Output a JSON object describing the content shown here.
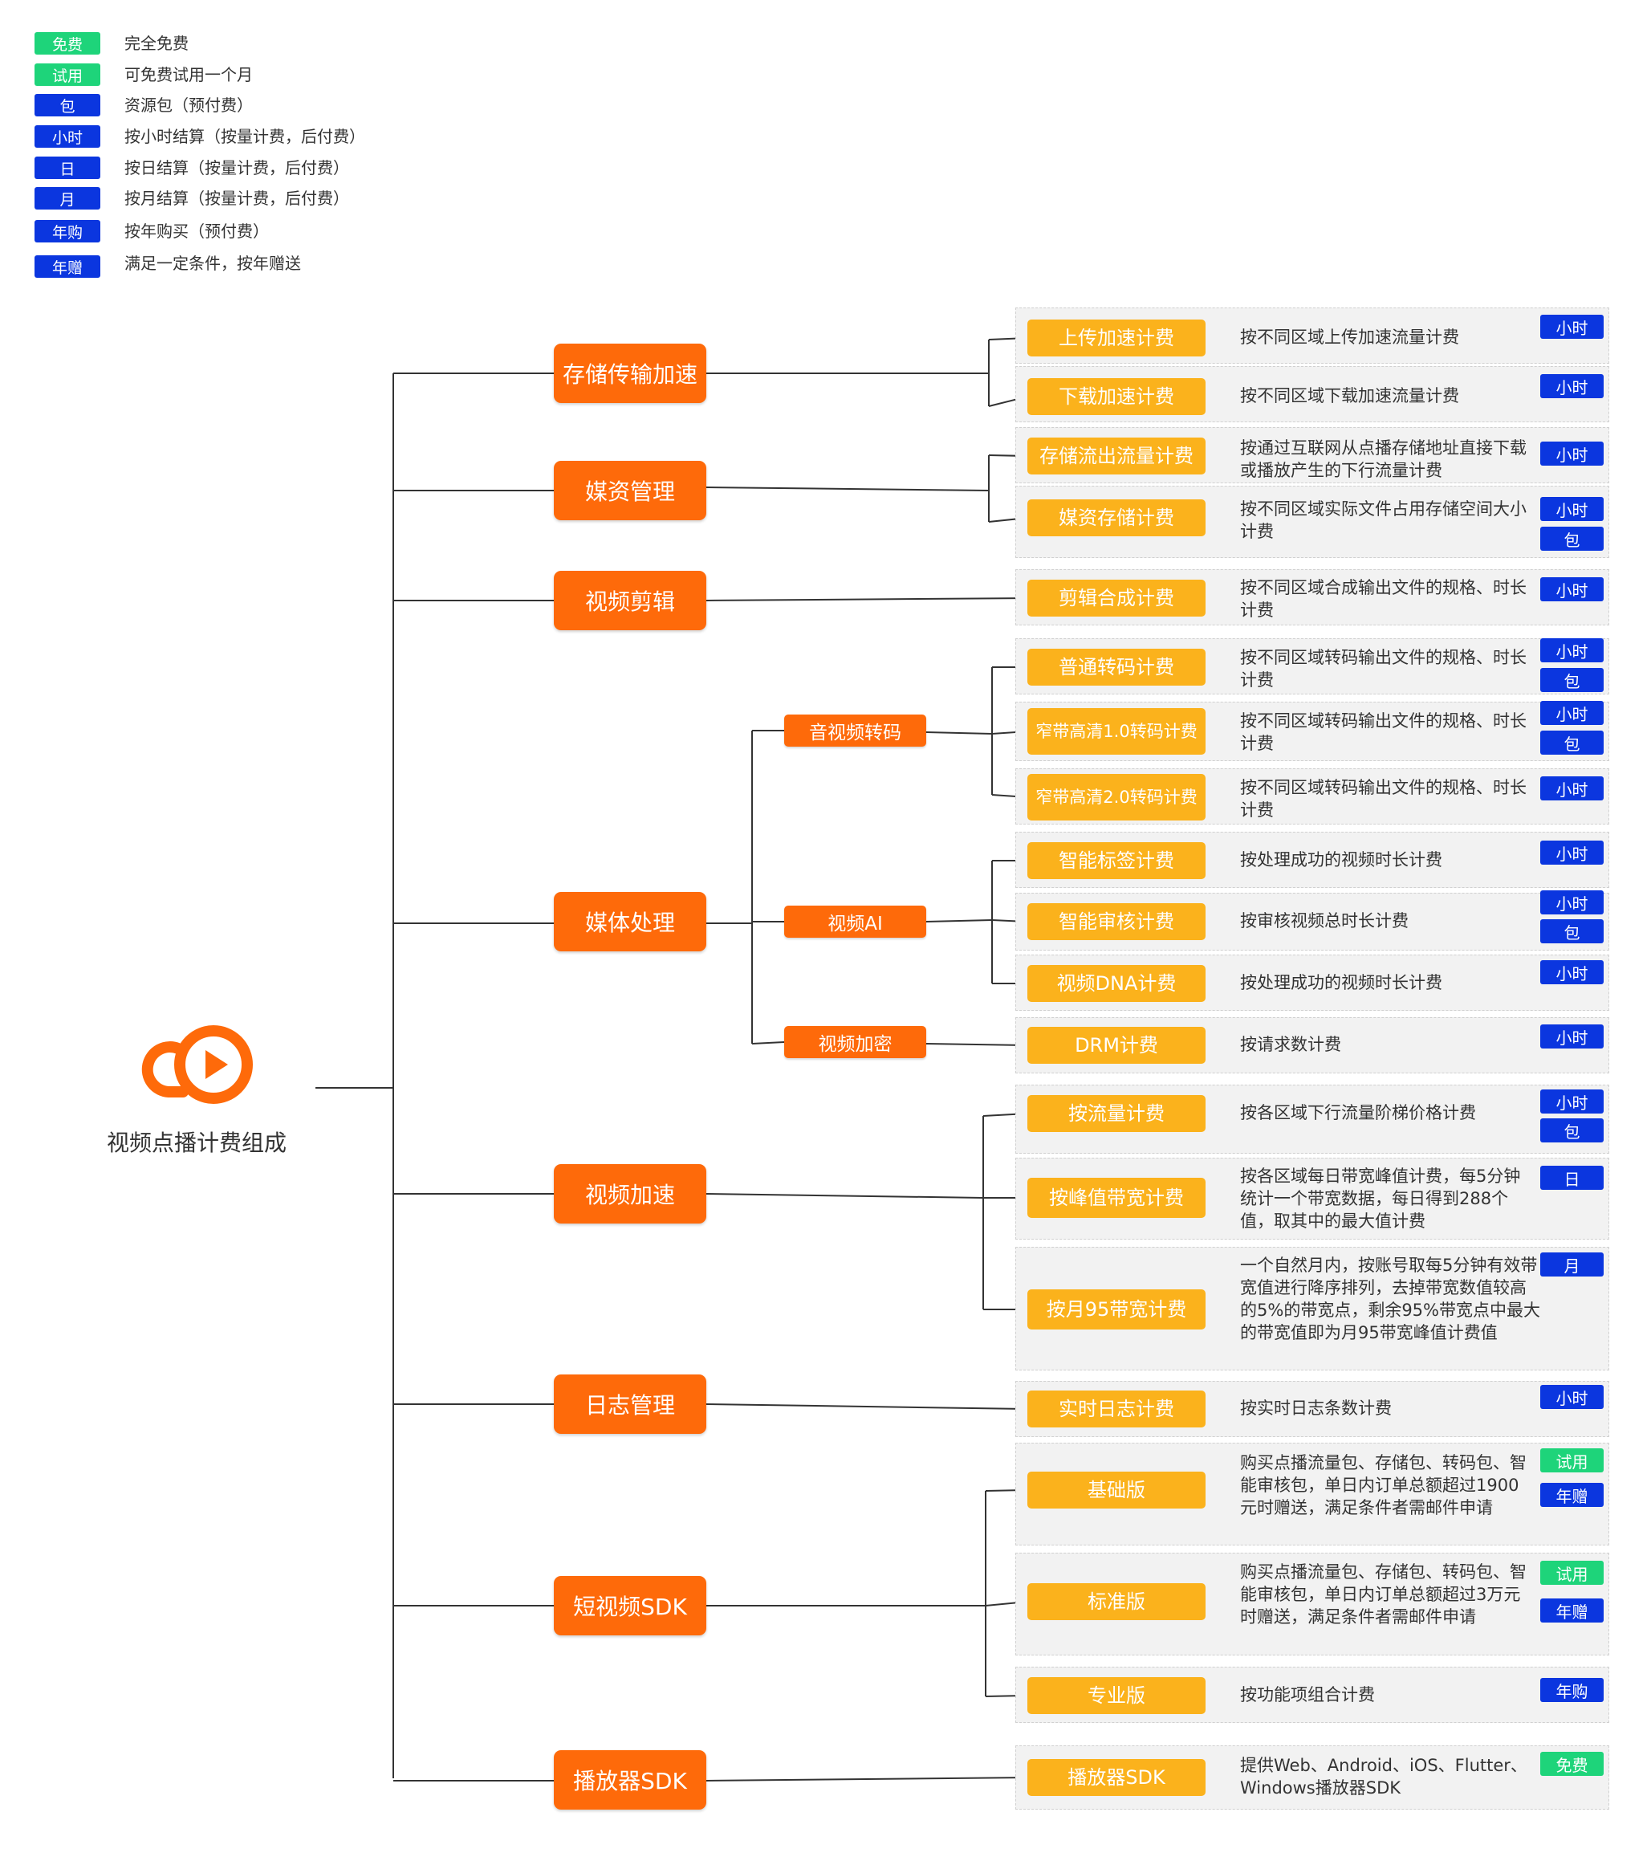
{
  "legend": [
    {
      "tag": "免费",
      "color": "#1ed47a",
      "text": "完全免费"
    },
    {
      "tag": "试用",
      "color": "#1ed47a",
      "text": "可免费试用一个月"
    },
    {
      "tag": "包",
      "color": "#0b36df",
      "text": "资源包（预付费）"
    },
    {
      "tag": "小时",
      "color": "#0b36df",
      "text": "按小时结算（按量计费，后付费）"
    },
    {
      "tag": "日",
      "color": "#0b36df",
      "text": "按日结算（按量计费，后付费）"
    },
    {
      "tag": "月",
      "color": "#0b36df",
      "text": "按月结算（按量计费，后付费）"
    },
    {
      "tag": "年购",
      "color": "#0b36df",
      "text": "按年购买（预付费）"
    },
    {
      "tag": "年赠",
      "color": "#0b36df",
      "text": "满足一定条件，按年赠送"
    }
  ],
  "root": {
    "label": "视频点播计费组成",
    "icon": "cloud-play-icon"
  },
  "colors": {
    "primary": "#fe6a0a",
    "leaf": "#fbb21c",
    "blue_tag": "#0b36df",
    "green_tag": "#1ed47a",
    "panel": "#f2f2f2"
  },
  "categories": [
    {
      "label": "存储传输加速"
    },
    {
      "label": "媒资管理"
    },
    {
      "label": "视频剪辑"
    },
    {
      "label": "媒体处理"
    },
    {
      "label": "视频加速"
    },
    {
      "label": "日志管理"
    },
    {
      "label": "短视频SDK"
    },
    {
      "label": "播放器SDK"
    }
  ],
  "subcategories": [
    {
      "label": "音视频转码"
    },
    {
      "label": "视频AI"
    },
    {
      "label": "视频加密"
    }
  ],
  "items": [
    {
      "label": "上传加速计费",
      "desc": "按不同区域上传加速流量计费",
      "tags": [
        "小时"
      ]
    },
    {
      "label": "下载加速计费",
      "desc": "按不同区域下载加速流量计费",
      "tags": [
        "小时"
      ]
    },
    {
      "label": "存储流出流量计费",
      "desc": "按通过互联网从点播存储地址直接下载或播放产生的下行流量计费",
      "tags": [
        "小时"
      ]
    },
    {
      "label": "媒资存储计费",
      "desc": "按不同区域实际文件占用存储空间大小计费",
      "tags": [
        "小时",
        "包"
      ]
    },
    {
      "label": "剪辑合成计费",
      "desc": "按不同区域合成输出文件的规格、时长计费",
      "tags": [
        "小时"
      ]
    },
    {
      "label": "普通转码计费",
      "desc": "按不同区域转码输出文件的规格、时长计费",
      "tags": [
        "小时",
        "包"
      ]
    },
    {
      "label": "窄带高清1.0转码计费",
      "desc": "按不同区域转码输出文件的规格、时长计费",
      "tags": [
        "小时",
        "包"
      ]
    },
    {
      "label": "窄带高清2.0转码计费",
      "desc": "按不同区域转码输出文件的规格、时长计费",
      "tags": [
        "小时"
      ]
    },
    {
      "label": "智能标签计费",
      "desc": "按处理成功的视频时长计费",
      "tags": [
        "小时"
      ]
    },
    {
      "label": "智能审核计费",
      "desc": "按审核视频总时长计费",
      "tags": [
        "小时",
        "包"
      ]
    },
    {
      "label": "视频DNA计费",
      "desc": "按处理成功的视频时长计费",
      "tags": [
        "小时"
      ]
    },
    {
      "label": "DRM计费",
      "desc": "按请求数计费",
      "tags": [
        "小时"
      ]
    },
    {
      "label": "按流量计费",
      "desc": "按各区域下行流量阶梯价格计费",
      "tags": [
        "小时",
        "包"
      ]
    },
    {
      "label": "按峰值带宽计费",
      "desc": "按各区域每日带宽峰值计费，每5分钟统计一个带宽数据，每日得到288个值，取其中的最大值计费",
      "tags": [
        "日"
      ]
    },
    {
      "label": "按月95带宽计费",
      "desc": "一个自然月内，按账号取每5分钟有效带宽值进行降序排列，去掉带宽数值较高的5%的带宽点，剩余95%带宽点中最大的带宽值即为月95带宽峰值计费值",
      "tags": [
        "月"
      ]
    },
    {
      "label": "实时日志计费",
      "desc": "按实时日志条数计费",
      "tags": [
        "小时"
      ]
    },
    {
      "label": "基础版",
      "desc": "购买点播流量包、存储包、转码包、智能审核包，单日内订单总额超过1900元时赠送，满足条件者需邮件申请",
      "tags": [
        "试用",
        "年赠"
      ]
    },
    {
      "label": "标准版",
      "desc": "购买点播流量包、存储包、转码包、智能审核包，单日内订单总额超过3万元时赠送，满足条件者需邮件申请",
      "tags": [
        "试用",
        "年赠"
      ]
    },
    {
      "label": "专业版",
      "desc": "按功能项组合计费",
      "tags": [
        "年购"
      ]
    },
    {
      "label": "播放器SDK",
      "desc": "提供Web、Android、iOS、Flutter、Windows播放器SDK",
      "tags": [
        "免费"
      ]
    }
  ]
}
